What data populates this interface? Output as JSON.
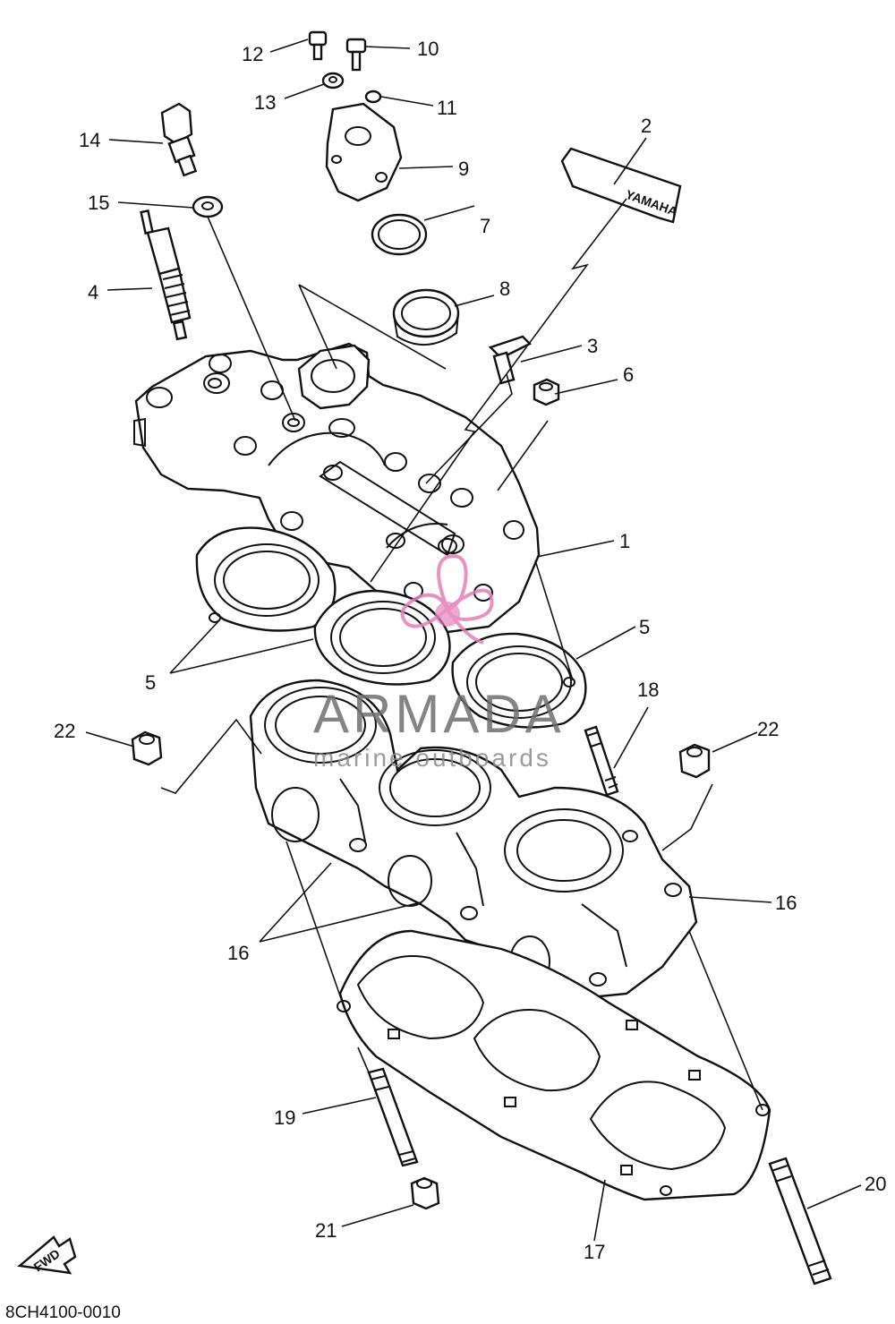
{
  "figure_code": "8CH4100-0010",
  "fwd_label": "FWD",
  "decal_text": "YAMAHA",
  "watermark": {
    "brand": "ARMADA",
    "tagline": "marine outboards",
    "accent": "#e37fb8"
  },
  "callouts": [
    {
      "id": "c12",
      "label": "12"
    },
    {
      "id": "c10",
      "label": "10"
    },
    {
      "id": "c13",
      "label": "13"
    },
    {
      "id": "c11",
      "label": "11"
    },
    {
      "id": "c14",
      "label": "14"
    },
    {
      "id": "c9",
      "label": "9"
    },
    {
      "id": "c2",
      "label": "2"
    },
    {
      "id": "c15",
      "label": "15"
    },
    {
      "id": "c7",
      "label": "7"
    },
    {
      "id": "c4",
      "label": "4"
    },
    {
      "id": "c8",
      "label": "8"
    },
    {
      "id": "c3",
      "label": "3"
    },
    {
      "id": "c6",
      "label": "6"
    },
    {
      "id": "c1",
      "label": "1"
    },
    {
      "id": "c5a",
      "label": "5"
    },
    {
      "id": "c5b",
      "label": "5"
    },
    {
      "id": "c18",
      "label": "18"
    },
    {
      "id": "c22a",
      "label": "22"
    },
    {
      "id": "c22b",
      "label": "22"
    },
    {
      "id": "c16a",
      "label": "16"
    },
    {
      "id": "c16b",
      "label": "16"
    },
    {
      "id": "c19",
      "label": "19"
    },
    {
      "id": "c20",
      "label": "20"
    },
    {
      "id": "c21",
      "label": "21"
    },
    {
      "id": "c17",
      "label": "17"
    }
  ]
}
